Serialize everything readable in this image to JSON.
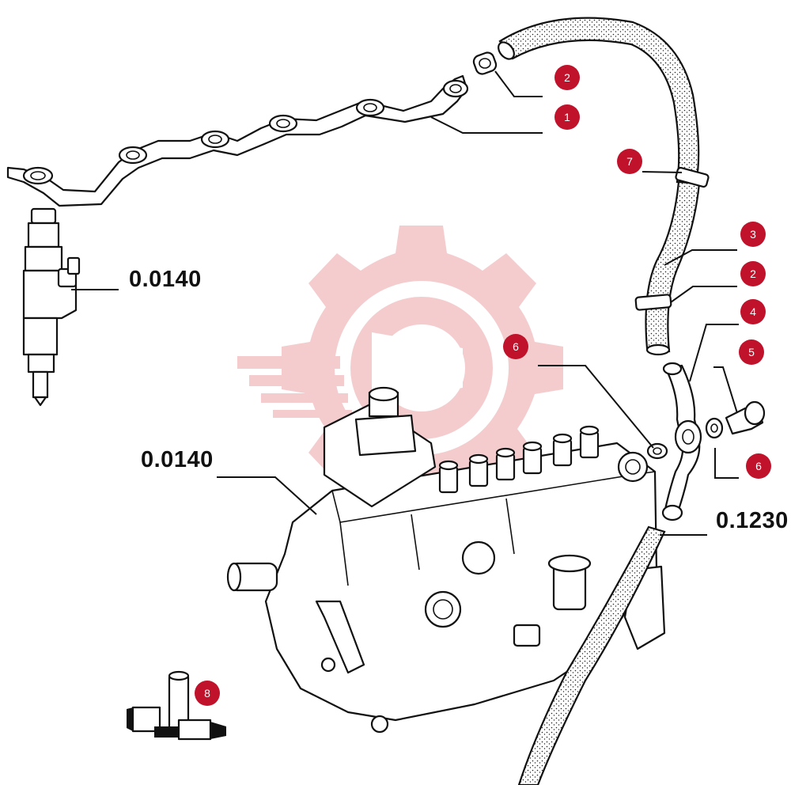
{
  "diagram": {
    "colors": {
      "callout": "#c0122b",
      "line": "#111111",
      "watermark": "#f3c7c9"
    },
    "ref_labels": [
      {
        "id": "injector",
        "text": "0.0140"
      },
      {
        "id": "pump",
        "text": "0.0140"
      },
      {
        "id": "supply-hose",
        "text": "0.1230"
      }
    ],
    "callouts": [
      {
        "id": "c2-top",
        "number": "2"
      },
      {
        "id": "c1",
        "number": "1"
      },
      {
        "id": "c7",
        "number": "7"
      },
      {
        "id": "c3",
        "number": "3"
      },
      {
        "id": "c2-mid",
        "number": "2"
      },
      {
        "id": "c4",
        "number": "4"
      },
      {
        "id": "c6-left",
        "number": "6"
      },
      {
        "id": "c5",
        "number": "5"
      },
      {
        "id": "c6-right",
        "number": "6"
      },
      {
        "id": "c8",
        "number": "8"
      }
    ]
  }
}
